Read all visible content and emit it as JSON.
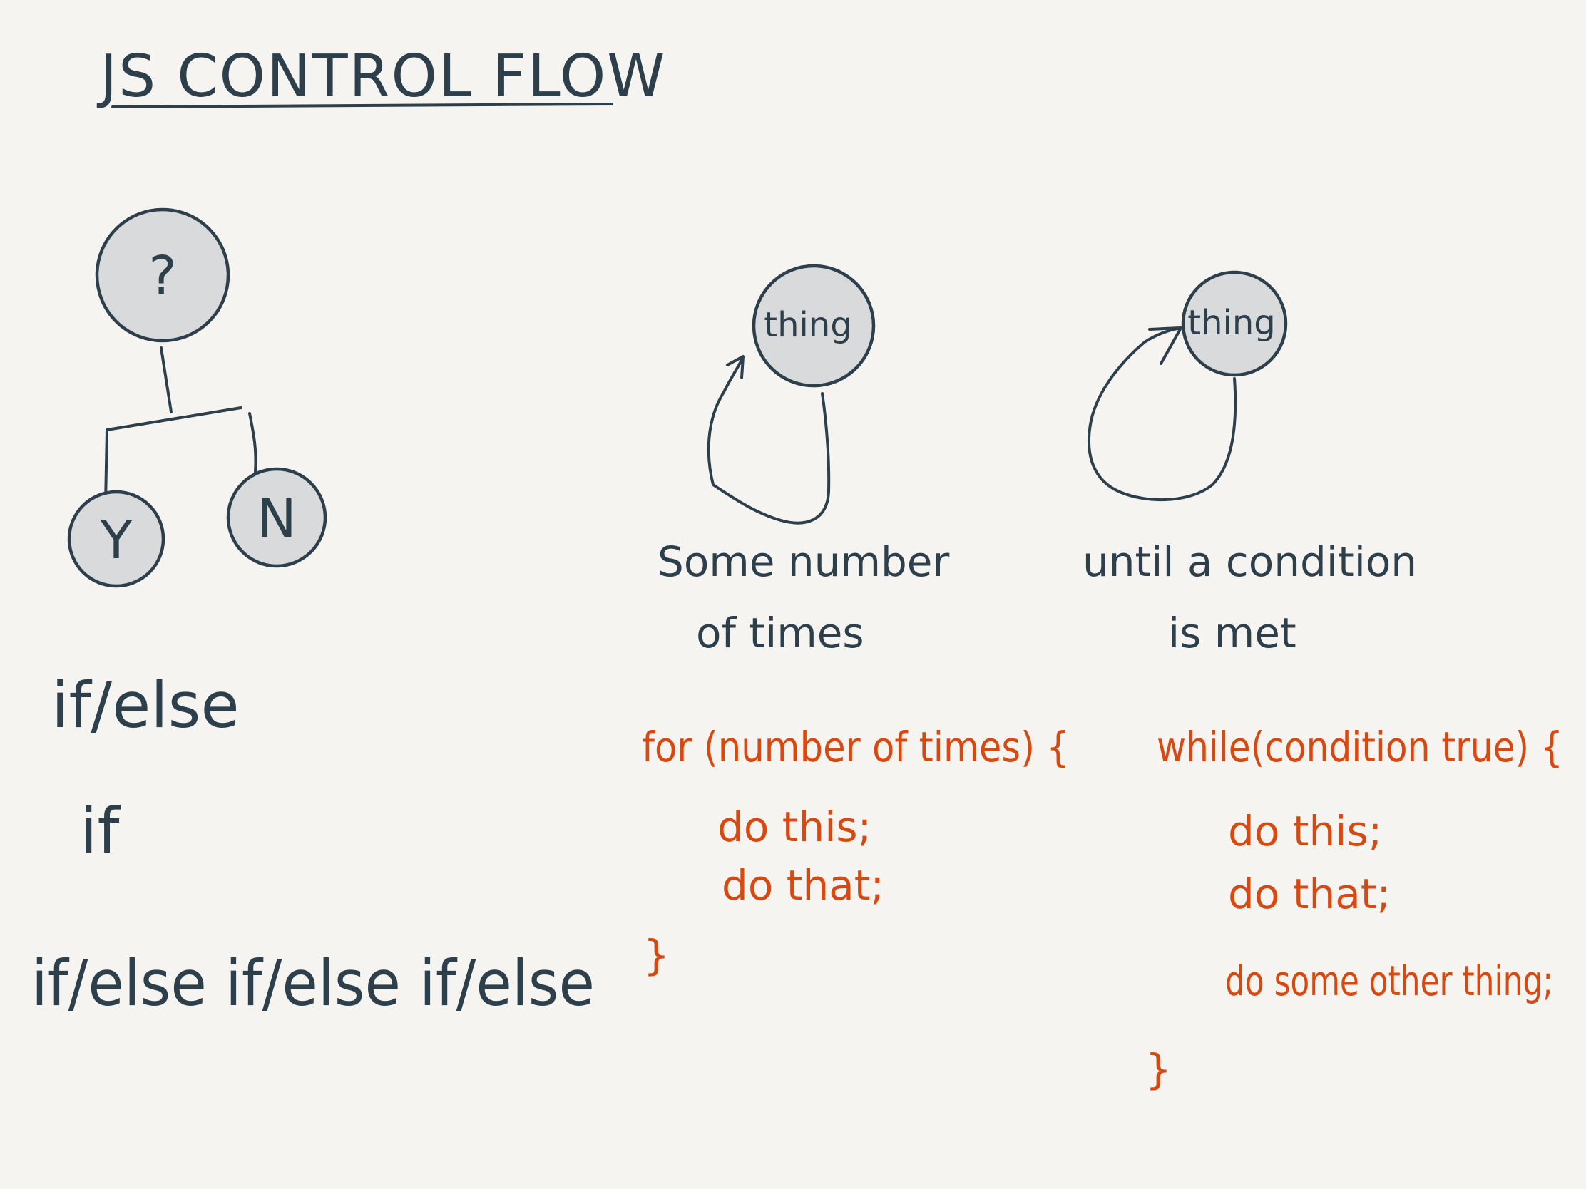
{
  "title": "JS CONTROL FLOW",
  "decision_tree": {
    "root_label": "?",
    "yes_label": "Y",
    "no_label": "N"
  },
  "branch_types": {
    "if_else": "if/else",
    "if": "if",
    "if_else_chain": "if/else if/else if/else"
  },
  "for_loop": {
    "node_label": "thing",
    "caption_line1": "Some number",
    "caption_line2": "of times",
    "code": {
      "header": "for (number of times) {",
      "line1": "do this;",
      "line2": "do that;",
      "close": "}"
    }
  },
  "while_loop": {
    "node_label": "thing",
    "caption_line1": "until a condition",
    "caption_line2": "is met",
    "code": {
      "header": "while(condition true) {",
      "line1": "do this;",
      "line2": "do that;",
      "line3": "do some other thing;",
      "close": "}"
    }
  },
  "colors": {
    "background": "#f5f4f1",
    "ink": "#2e3f4c",
    "node_fill": "#d8dadb",
    "code_ink": "#d64a12"
  }
}
